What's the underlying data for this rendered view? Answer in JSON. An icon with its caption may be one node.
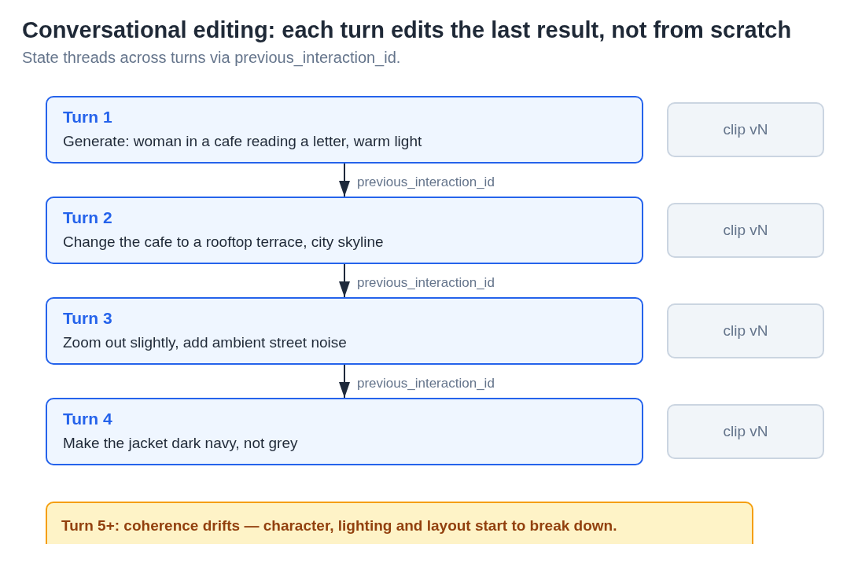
{
  "diagram": {
    "title": "Conversational editing: each turn edits the last result, not from scratch",
    "caption": "State threads across turns via previous_interaction_id.",
    "nodes": [
      {
        "text": [
          "Turn 1",
          "Generate: woman in a cafe reading a letter, warm light"
        ]
      },
      {
        "text": [
          "clip vN"
        ]
      },
      {
        "text": [
          "Turn 2",
          "Change the cafe to a rooftop terrace, city skyline"
        ]
      },
      {
        "text": [
          "clip vN"
        ]
      },
      {
        "text": [
          "Turn 3",
          "Zoom out slightly, add ambient street noise"
        ]
      },
      {
        "text": [
          "clip vN"
        ]
      },
      {
        "text": [
          "Turn 4",
          "Make the jacket dark navy, not grey"
        ]
      },
      {
        "text": [
          "clip vN"
        ]
      },
      {
        "text": [
          "Turn 5+: coherence drifts — character, lighting and layout start to break down."
        ]
      }
    ],
    "edges": [
      {
        "from": 0,
        "to": 2,
        "arrow": "to",
        "label": "previous_interaction_id"
      },
      {
        "from": 2,
        "to": 4,
        "arrow": "to",
        "label": "previous_interaction_id"
      },
      {
        "from": 4,
        "to": 6,
        "arrow": "to",
        "label": "previous_interaction_id"
      }
    ]
  }
}
